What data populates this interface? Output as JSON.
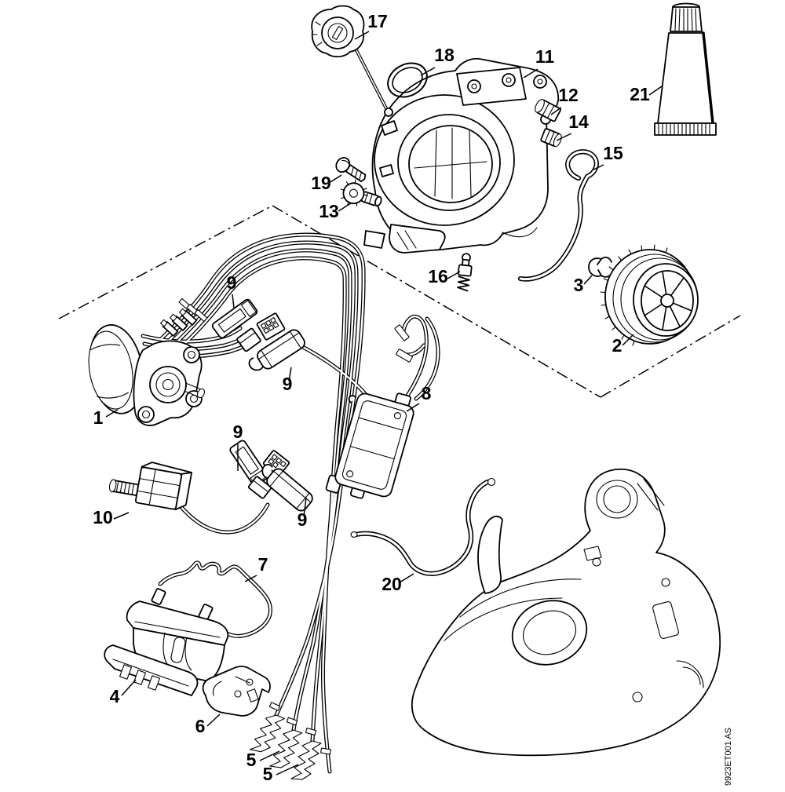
{
  "doc": {
    "id_code": "9923ET001 AS",
    "background": "#ffffff",
    "line_color": "#000000"
  },
  "callouts": [
    {
      "label": "17"
    },
    {
      "label": "18"
    },
    {
      "label": "11"
    },
    {
      "label": "12"
    },
    {
      "label": "21"
    },
    {
      "label": "14"
    },
    {
      "label": "15"
    },
    {
      "label": "19"
    },
    {
      "label": "13"
    },
    {
      "label": "16"
    },
    {
      "label": "3"
    },
    {
      "label": "2"
    },
    {
      "label": "9"
    },
    {
      "label": "9"
    },
    {
      "label": "1"
    },
    {
      "label": "8"
    },
    {
      "label": "9"
    },
    {
      "label": "9"
    },
    {
      "label": "10"
    },
    {
      "label": "7"
    },
    {
      "label": "20"
    },
    {
      "label": "4"
    },
    {
      "label": "6"
    },
    {
      "label": "5"
    },
    {
      "label": "5"
    }
  ]
}
